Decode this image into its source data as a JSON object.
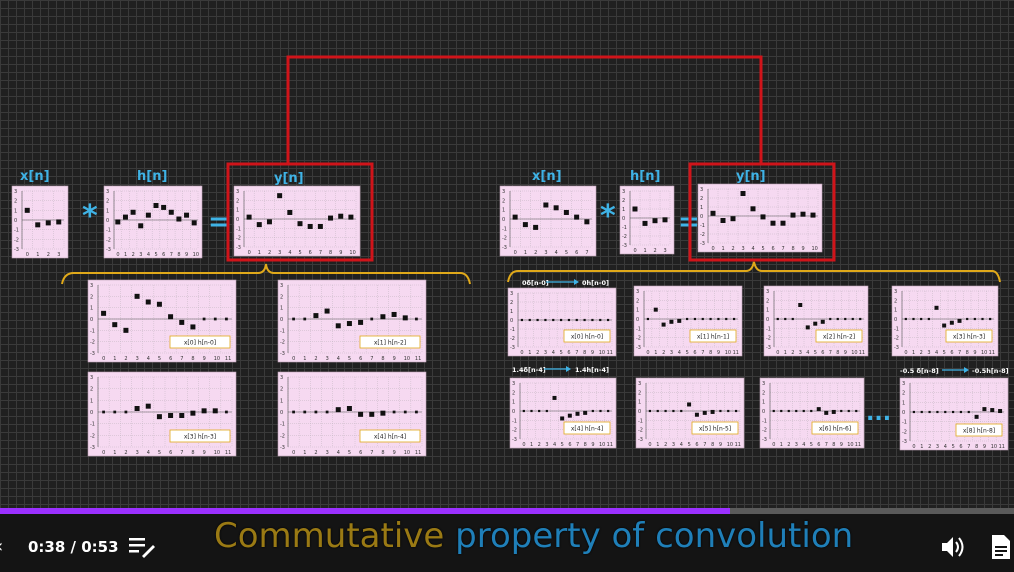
{
  "player": {
    "time_display": "0:38 / 0:53",
    "progress": 0.72,
    "title_word1": "Commutative",
    "title_rest": "property of convolution",
    "icons": {
      "transcript": "transcript-icon",
      "volume": "volume-icon",
      "notes": "notes-icon",
      "left": "chevron-left-icon"
    }
  },
  "slide": {
    "labels": {
      "x": "x[n]",
      "h": "h[n]",
      "y": "y[n]",
      "conv": "*",
      "eq": "="
    },
    "ellipsis": "...",
    "colors": {
      "red": "#d0141a",
      "gold": "#e0a91a",
      "blue": "#3fb3e6",
      "pink": "#f6d9f1"
    },
    "left": {
      "x": [
        1,
        -0.5,
        -0.3,
        -0.2
      ],
      "h": [
        -0.2,
        0.3,
        0.8,
        -0.6,
        0.5,
        1.5,
        1.3,
        0.8,
        0.1,
        0.5,
        -0.3
      ],
      "y": [
        0.2,
        -0.6,
        -0.3,
        2.5,
        0.7,
        -0.5,
        -0.8,
        -0.8,
        0.1,
        0.3,
        0.2
      ],
      "parts": [
        {
          "caption": "x[0] h[n-0]",
          "values": [
            0.5,
            -0.5,
            -1,
            2,
            1.5,
            1.3,
            0.2,
            -0.3,
            -0.7,
            0,
            0,
            0
          ]
        },
        {
          "caption": "x[1] h[n-2]",
          "values": [
            0,
            0,
            0.3,
            0.7,
            -0.6,
            -0.4,
            -0.3,
            0,
            0.2,
            0.4,
            0.1,
            0
          ]
        },
        {
          "caption": "x[3] h[n-3]",
          "values": [
            0,
            0,
            0,
            0.3,
            0.5,
            -0.4,
            -0.3,
            -0.3,
            -0.1,
            0.1,
            0.1,
            0
          ]
        },
        {
          "caption": "x[4] h[n-4]",
          "values": [
            0,
            0,
            0,
            0,
            0.2,
            0.3,
            -0.2,
            -0.2,
            -0.1,
            0,
            0,
            0
          ]
        }
      ]
    },
    "right": {
      "x": [
        0.2,
        -0.6,
        -0.9,
        1.5,
        1.2,
        0.7,
        0.2,
        -0.3
      ],
      "h": [
        1,
        -0.6,
        -0.3,
        -0.2
      ],
      "y": [
        0.3,
        -0.5,
        -0.3,
        2.5,
        0.8,
        -0.1,
        -0.8,
        -0.8,
        0.1,
        0.2,
        0.1
      ],
      "top_notes": [
        "0δ[n-0]",
        "0h[n-0]"
      ],
      "mid_notes_left": [
        "1.4δ[n-4]",
        "1.4h[n-4]"
      ],
      "mid_notes_right": [
        "-0.5 δ[n-8]",
        "-0.5h[n-8]"
      ],
      "parts": [
        {
          "caption": "x[0] h[n-0]",
          "values": [
            0,
            0,
            0,
            0,
            0,
            0,
            0,
            0,
            0,
            0,
            0,
            0
          ]
        },
        {
          "caption": "x[1] h[n-1]",
          "values": [
            0,
            1,
            -0.6,
            -0.3,
            -0.2,
            0,
            0,
            0,
            0,
            0,
            0,
            0
          ]
        },
        {
          "caption": "x[2] h[n-2]",
          "values": [
            0,
            0,
            0,
            1.5,
            -0.9,
            -0.5,
            -0.3,
            0,
            0,
            0,
            0,
            0
          ]
        },
        {
          "caption": "x[3] h[n-3]",
          "values": [
            0,
            0,
            0,
            0,
            1.2,
            -0.7,
            -0.4,
            -0.2,
            0,
            0,
            0,
            0
          ]
        },
        {
          "caption": "x[4] h[n-4]",
          "values": [
            0,
            0,
            0,
            0,
            1.4,
            -0.8,
            -0.5,
            -0.3,
            -0.2,
            0,
            0,
            0
          ]
        },
        {
          "caption": "x[5] h[n-5]",
          "values": [
            0,
            0,
            0,
            0,
            0,
            0.7,
            -0.4,
            -0.2,
            -0.1,
            0,
            0,
            0
          ]
        },
        {
          "caption": "x[6] h[n-6]",
          "values": [
            0,
            0,
            0,
            0,
            0,
            0,
            0.2,
            -0.2,
            -0.1,
            0,
            0,
            0
          ]
        },
        {
          "caption": "x[8] h[n-8]",
          "values": [
            0,
            0,
            0,
            0,
            0,
            0,
            0,
            0,
            -0.5,
            0.3,
            0.2,
            0.1
          ]
        }
      ]
    }
  }
}
